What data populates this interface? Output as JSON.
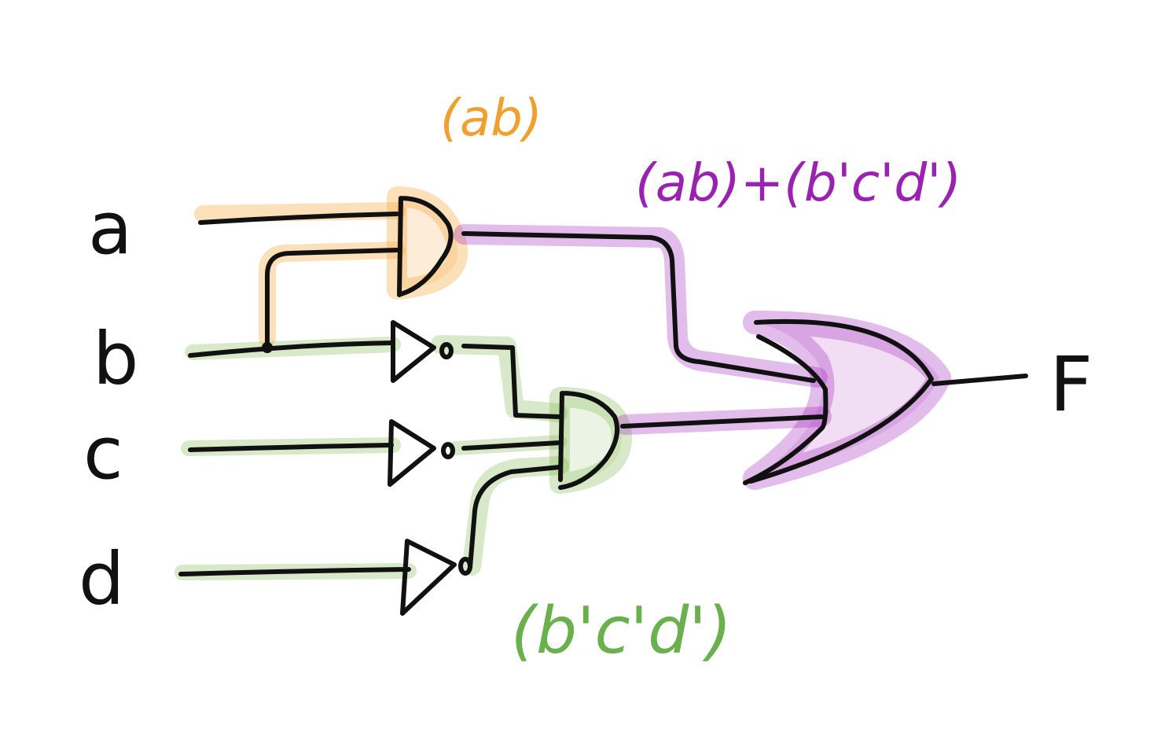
{
  "inputs": [
    "a",
    "b",
    "c",
    "d"
  ],
  "output": "F",
  "annotations": {
    "and_ab": "(ab)",
    "and_bcd": "(b'c'd')",
    "or_sum": "(ab)+(b'c'd')"
  },
  "colors": {
    "ink": "#111111",
    "ab_highlight": "#f4a53a",
    "bcd_highlight": "#7ab648",
    "sum_highlight": "#a020b8",
    "ab_text": "#f0a030",
    "bcd_text": "#6ab04c",
    "sum_text": "#9a22b0"
  }
}
